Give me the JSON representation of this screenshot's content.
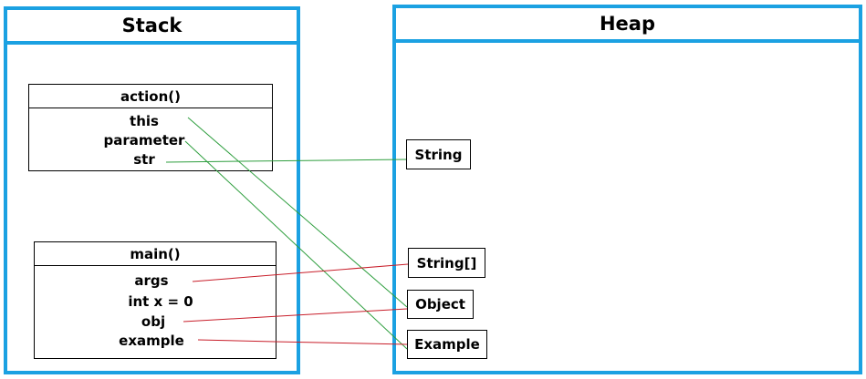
{
  "stack": {
    "title": "Stack",
    "frames": {
      "action": {
        "name": "action()",
        "vars": [
          "this",
          "parameter",
          "str"
        ]
      },
      "main": {
        "name": "main()",
        "vars": [
          "args",
          "int x = 0",
          "obj",
          "example"
        ]
      }
    }
  },
  "heap": {
    "title": "Heap",
    "objects": [
      "String",
      "String[]",
      "Object",
      "Example"
    ]
  },
  "colors": {
    "panel_border": "#1ba1e2",
    "action_links": "#2e9e3e",
    "main_links": "#c81e2a"
  }
}
